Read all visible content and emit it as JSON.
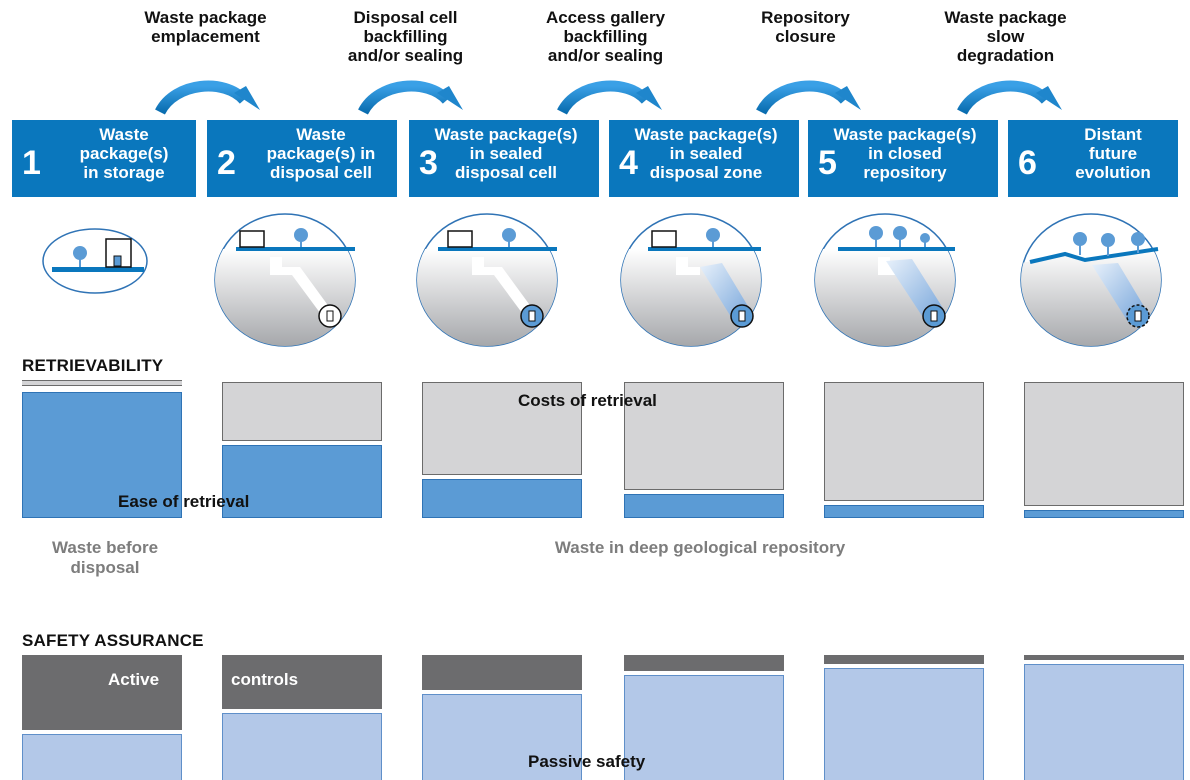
{
  "transitions": [
    "Waste package\nemplacement",
    "Disposal cell\nbackfilling\nand/or sealing",
    "Access gallery\nbackfilling\nand/or sealing",
    "Repository\nclosure",
    "Waste package\nslow\ndegradation"
  ],
  "stages": [
    {
      "number": "1",
      "label": "Waste\npackage(s)\nin storage"
    },
    {
      "number": "2",
      "label": "Waste\npackage(s) in\ndisposal cell"
    },
    {
      "number": "3",
      "label": "Waste package(s)\nin sealed\ndisposal cell"
    },
    {
      "number": "4",
      "label": "Waste package(s)\nin sealed\ndisposal zone"
    },
    {
      "number": "5",
      "label": "Waste package(s)\nin closed\nrepository"
    },
    {
      "number": "6",
      "label": "Distant\nfuture\nevolution"
    }
  ],
  "retrievability": {
    "title": "RETRIEVABILITY",
    "costs_label": "Costs of retrieval",
    "ease_label": "Ease of retrieval",
    "before_label": "Waste before\ndisposal",
    "repository_label": "Waste in deep geological repository",
    "ease_fraction": [
      1.0,
      0.58,
      0.31,
      0.19,
      0.1,
      0.06
    ]
  },
  "safety": {
    "title": "SAFETY ASSURANCE",
    "active_label": "Active",
    "controls_label": "controls",
    "passive_label": "Passive safety",
    "active_fraction": [
      0.6,
      0.43,
      0.28,
      0.13,
      0.07,
      0.04
    ]
  },
  "colors": {
    "stage_blue": "#0a77bd",
    "ease_blue": "#5b9bd5",
    "cost_grey": "#d4d4d6",
    "active_dark": "#6c6c6e",
    "passive_light": "#b3c8e8"
  }
}
